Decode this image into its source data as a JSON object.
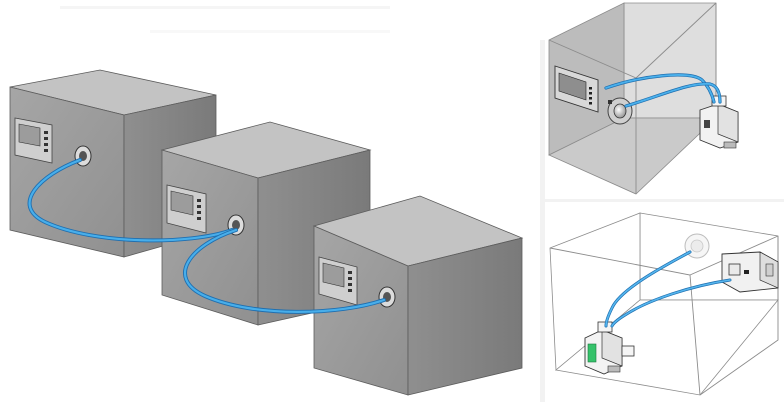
{
  "colors": {
    "background": "#ffffff",
    "cabinet_front": "#9b9b9b",
    "cabinet_top": "#bfbfbf",
    "cabinet_side": "#8a8a8a",
    "cabinet_edge": "#5a5a5a",
    "cable": "#3ea3e6",
    "cable_dark": "#1f6fb0",
    "panel_face": "#cfcfcf",
    "screen": "#9d9d9d",
    "enclosure_back": "#d9d9d9",
    "enclosure_left": "#bdbdbd",
    "enclosure_floor": "#c8c8c8",
    "enclosure_line": "#8c8c8c",
    "device": "#f2f2f2",
    "device_green": "#35c26a",
    "device_dark": "#222222"
  },
  "figures": {
    "left": {
      "cabinets": [
        {
          "id": "cabinet-1",
          "connector": "connector-1"
        },
        {
          "id": "cabinet-2",
          "connector": "connector-2"
        },
        {
          "id": "cabinet-3",
          "connector": "connector-3"
        }
      ],
      "cables": [
        "cable-1-2",
        "cable-2-3"
      ]
    },
    "top_right": {
      "devices": [
        "display-panel",
        "round-port",
        "din-rail-module"
      ],
      "cables": 2
    },
    "bottom_right": {
      "devices": [
        "round-port",
        "meter-device",
        "din-rail-module"
      ],
      "cables": 2
    }
  }
}
